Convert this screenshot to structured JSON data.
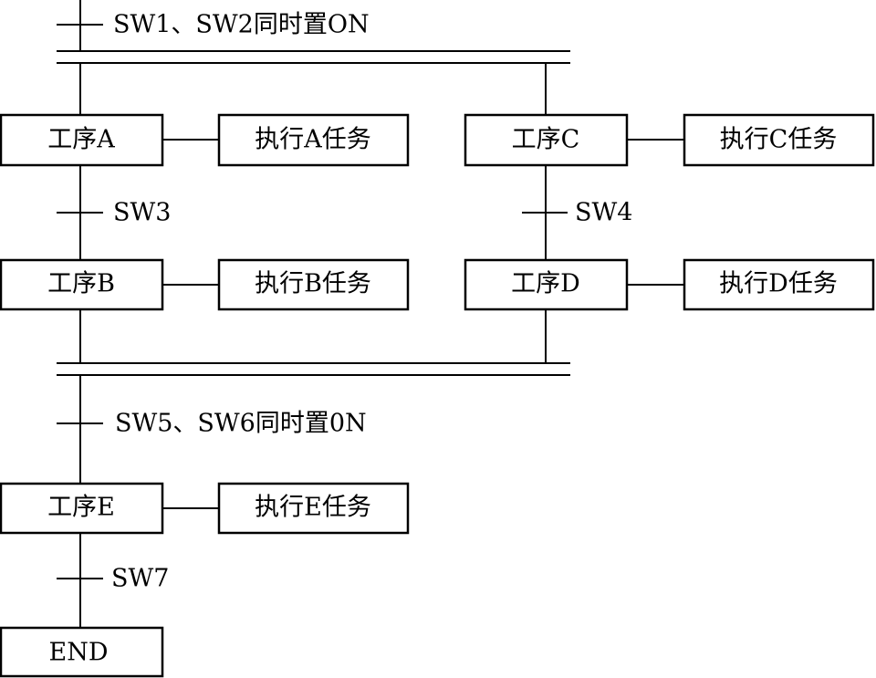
{
  "transitions": {
    "t1": "SW1、SW2同时置ON",
    "t3": "SW3",
    "t4": "SW4",
    "t5": "SW5、SW6同时置0N",
    "t7": "SW7"
  },
  "steps": {
    "a": "工序A",
    "b": "工序B",
    "c": "工序C",
    "d": "工序D",
    "e": "工序E",
    "end": "END"
  },
  "actions": {
    "a": "执行A任务",
    "b": "执行B任务",
    "c": "执行C任务",
    "d": "执行D任务",
    "e": "执行E任务"
  }
}
